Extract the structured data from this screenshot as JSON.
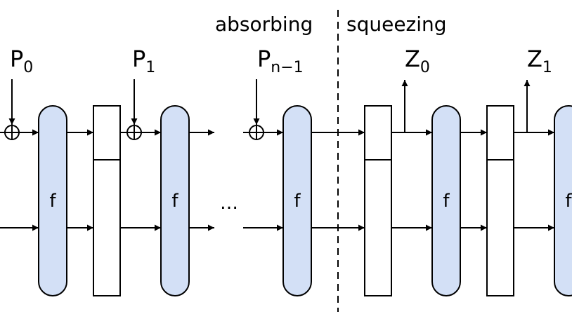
{
  "phases": {
    "left": "absorbing",
    "right": "squeezing"
  },
  "inputs": [
    {
      "base": "P",
      "sub": "0"
    },
    {
      "base": "P",
      "sub": "1"
    },
    {
      "base": "P",
      "sub": "n−1"
    }
  ],
  "outputs": [
    {
      "base": "Z",
      "sub": "0"
    },
    {
      "base": "Z",
      "sub": "1"
    }
  ],
  "function_label": "f",
  "ellipsis": "…",
  "colors": {
    "function_fill": "#d3e0f6",
    "stroke": "#000000",
    "background": "#ffffff"
  }
}
